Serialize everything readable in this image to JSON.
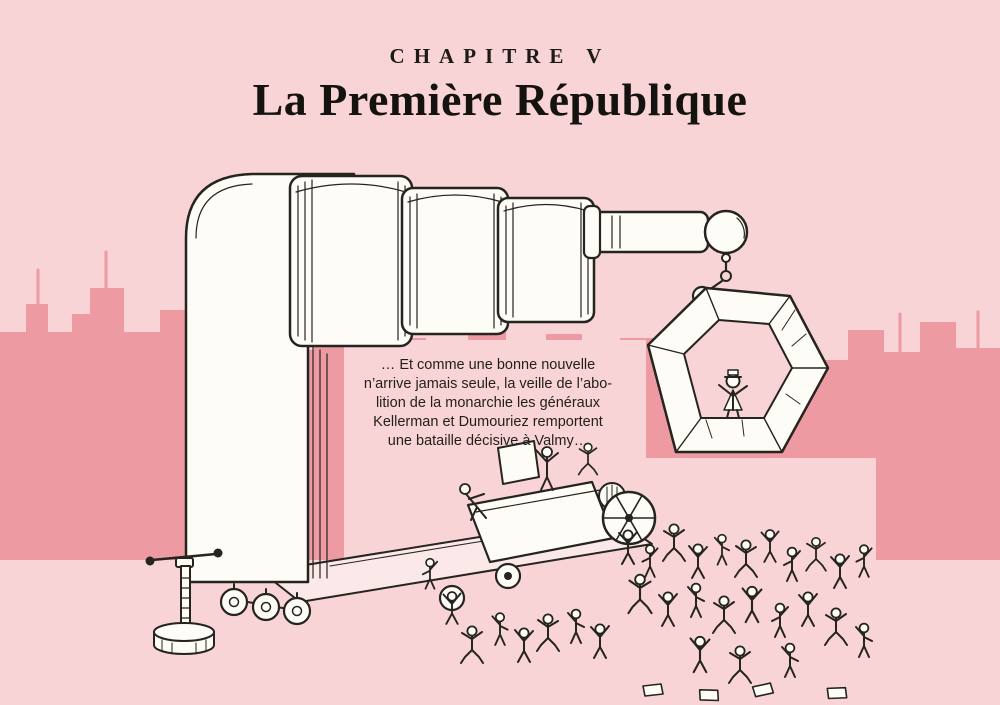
{
  "page": {
    "chapter_label": "CHAPITRE V",
    "title": "La Première République"
  },
  "caption": {
    "lines": [
      "… Et comme une bonne nouvelle",
      "n’arrive jamais seule, la veille de l’abo-",
      "lition de la monarchie les généraux",
      "Kellerman et Dumouriez remportent",
      "une bataille décisive à Valmy…"
    ]
  },
  "colors": {
    "background_pink": "#f8d4d6",
    "skyline_pink": "#ed9aa3",
    "ink": "#26241f",
    "paper_white": "#fdfcf7",
    "floor_pink": "#fbe8e8"
  }
}
